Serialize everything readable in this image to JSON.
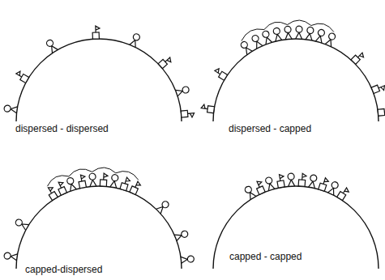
{
  "diagram": {
    "labels": [
      "dispersed - dispersed",
      "dispersed - capped",
      "capped-dispersed",
      "capped - capped"
    ]
  }
}
